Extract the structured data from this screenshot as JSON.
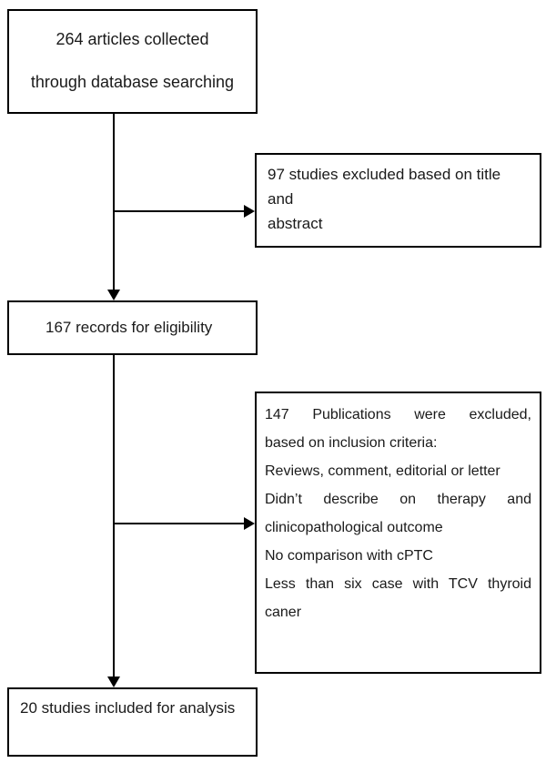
{
  "flowchart": {
    "collected_box": {
      "line1": "264 articles collected",
      "line2": "through database searching"
    },
    "title_excluded_box": {
      "line1": "97 studies excluded based on title and",
      "line2": "abstract"
    },
    "eligibility_box": {
      "text": "167 records for eligibility"
    },
    "criteria_excluded_box": {
      "lines": [
        "147 Publications were excluded,",
        "based on inclusion criteria:",
        "Reviews, comment, editorial or letter",
        "Didn’t describe on therapy and",
        "clinicopathological outcome",
        "No comparison with cPTC",
        "Less than six case with TCV thyroid",
        "caner"
      ]
    },
    "included_box": {
      "text": "20 studies included for analysis"
    },
    "colors": {
      "border": "#000000",
      "text": "#1a1a1a",
      "background": "#ffffff"
    }
  }
}
